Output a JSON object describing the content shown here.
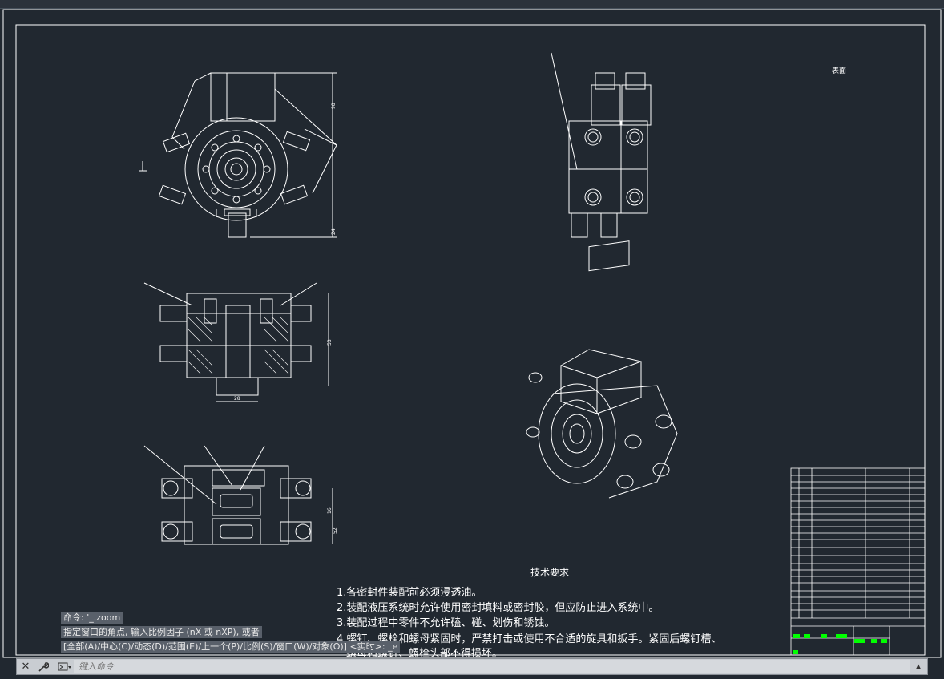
{
  "drawing": {
    "surface_label": "表面",
    "tech_title": "技术要求",
    "tech_items": [
      "1.各密封件装配前必须浸透油。",
      "2.装配液压系统时允许使用密封填料或密封胶，但应防止进入系统中。",
      "3.装配过程中零件不允许磕、碰、划伤和锈蚀。",
      "4.螺钉、螺栓和螺母紧固时，严禁打击或使用不合适的旋具和扳手。紧固后螺钉槽、",
      "螺母和螺钉、螺栓头部不得损坏。"
    ],
    "dim_labels": [
      "98",
      "24",
      "58",
      "28",
      "16",
      "52"
    ]
  },
  "command": {
    "history": [
      "命令: '_.zoom",
      "指定窗口的角点, 输入比例因子 (nX 或 nXP), 或者",
      "[全部(A)/中心(C)/动态(D)/范围(E)/上一个(P)/比例(S)/窗口(W)/对象(O)] <实时>: _e"
    ],
    "placeholder": "键入命令"
  },
  "colors": {
    "background": "#212830",
    "lines": "#ffffff",
    "highlight": "#00ff00"
  }
}
